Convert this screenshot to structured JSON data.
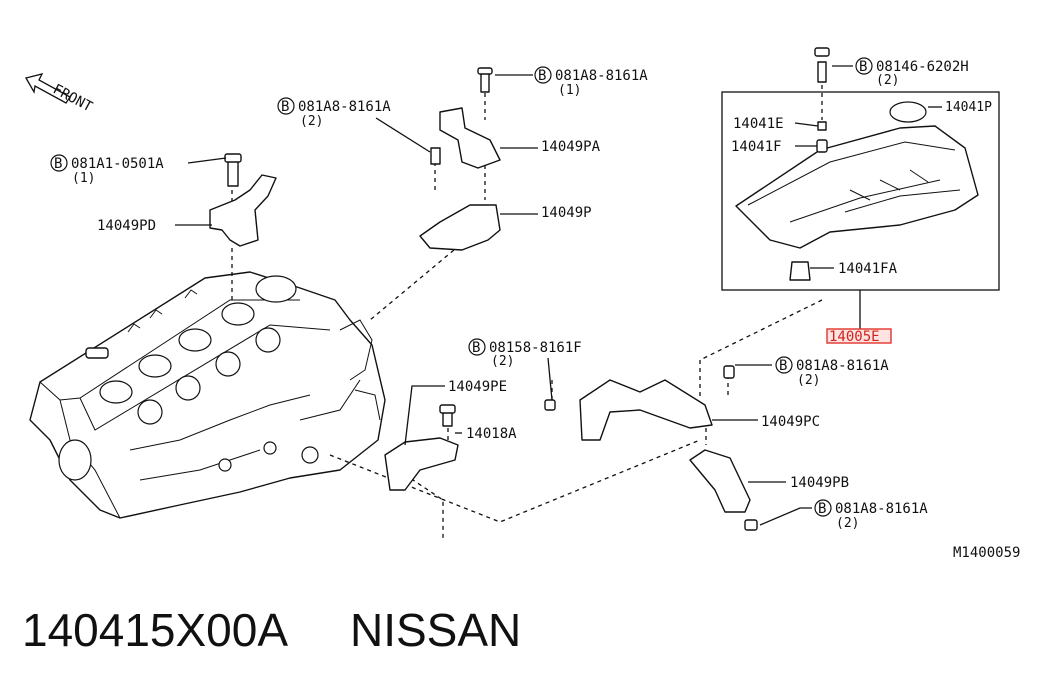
{
  "diagram": {
    "front_label": "FRONT",
    "drawing_code": "M1400059",
    "highlighted_part": "14005E",
    "highlight_color": "#e0332c",
    "callouts": [
      {
        "id": "c1",
        "code": "081A8-8161A",
        "qty": "(1)",
        "bolt": true
      },
      {
        "id": "c2",
        "code": "081A8-8161A",
        "qty": "(2)",
        "bolt": true
      },
      {
        "id": "c3",
        "code": "081A1-0501A",
        "qty": "(1)",
        "bolt": true
      },
      {
        "id": "c4",
        "code": "08146-6202H",
        "qty": "(2)",
        "bolt": true
      },
      {
        "id": "c5",
        "code": "08158-8161F",
        "qty": "(2)",
        "bolt": true
      },
      {
        "id": "c6",
        "code": "081A8-8161A",
        "qty": "(2)",
        "bolt": true
      },
      {
        "id": "c7",
        "code": "081A8-8161A",
        "qty": "(2)",
        "bolt": true
      }
    ],
    "parts": [
      {
        "id": "p1",
        "label": "14049PA"
      },
      {
        "id": "p2",
        "label": "14049P"
      },
      {
        "id": "p3",
        "label": "14049PD"
      },
      {
        "id": "p4",
        "label": "14041E"
      },
      {
        "id": "p5",
        "label": "14041F"
      },
      {
        "id": "p6",
        "label": "14041P"
      },
      {
        "id": "p7",
        "label": "14041FA"
      },
      {
        "id": "p8",
        "label": "14049PE"
      },
      {
        "id": "p9",
        "label": "14018A"
      },
      {
        "id": "p10",
        "label": "14049PC"
      },
      {
        "id": "p11",
        "label": "14049PB"
      }
    ]
  },
  "caption": {
    "part_number": "140415X00A",
    "brand": "NISSAN"
  }
}
